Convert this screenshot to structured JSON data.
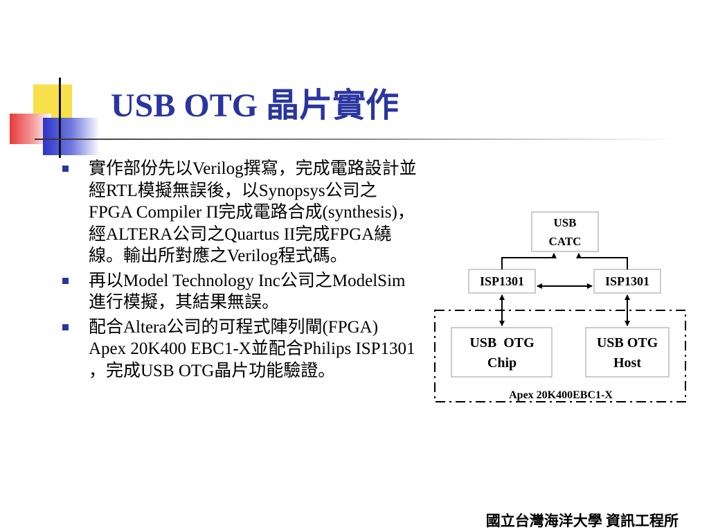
{
  "slide": {
    "title": "USB OTG 晶片實作",
    "bullets": [
      "實作部份先以Verilog撰寫，完成電路設計並經RTL模擬無誤後，以Synopsys公司之FPGA Compiler Π完成電路合成(synthesis)，經ALTERA公司之Quartus II完成FPGA繞線。輸出所對應之Verilog程式碼。",
      "再以Model Technology Inc公司之ModelSim進行模擬，其結果無誤。",
      "配合Altera公司的可程式陣列閘(FPGA) Apex 20K400 EBC1-X並配合Philips ISP1301 ，完成USB OTG晶片功能驗證。"
    ],
    "footer": "國立台灣海洋大學 資訊工程所"
  },
  "diagram": {
    "usb_catc": [
      "USB",
      "CATC"
    ],
    "isp_left": "ISP1301",
    "isp_right": "ISP1301",
    "otg_chip": [
      "USB  OTG",
      "Chip"
    ],
    "otg_host": [
      "USB OTG",
      "Host"
    ],
    "fpga_label": "Apex 20K400EBC1-X"
  }
}
